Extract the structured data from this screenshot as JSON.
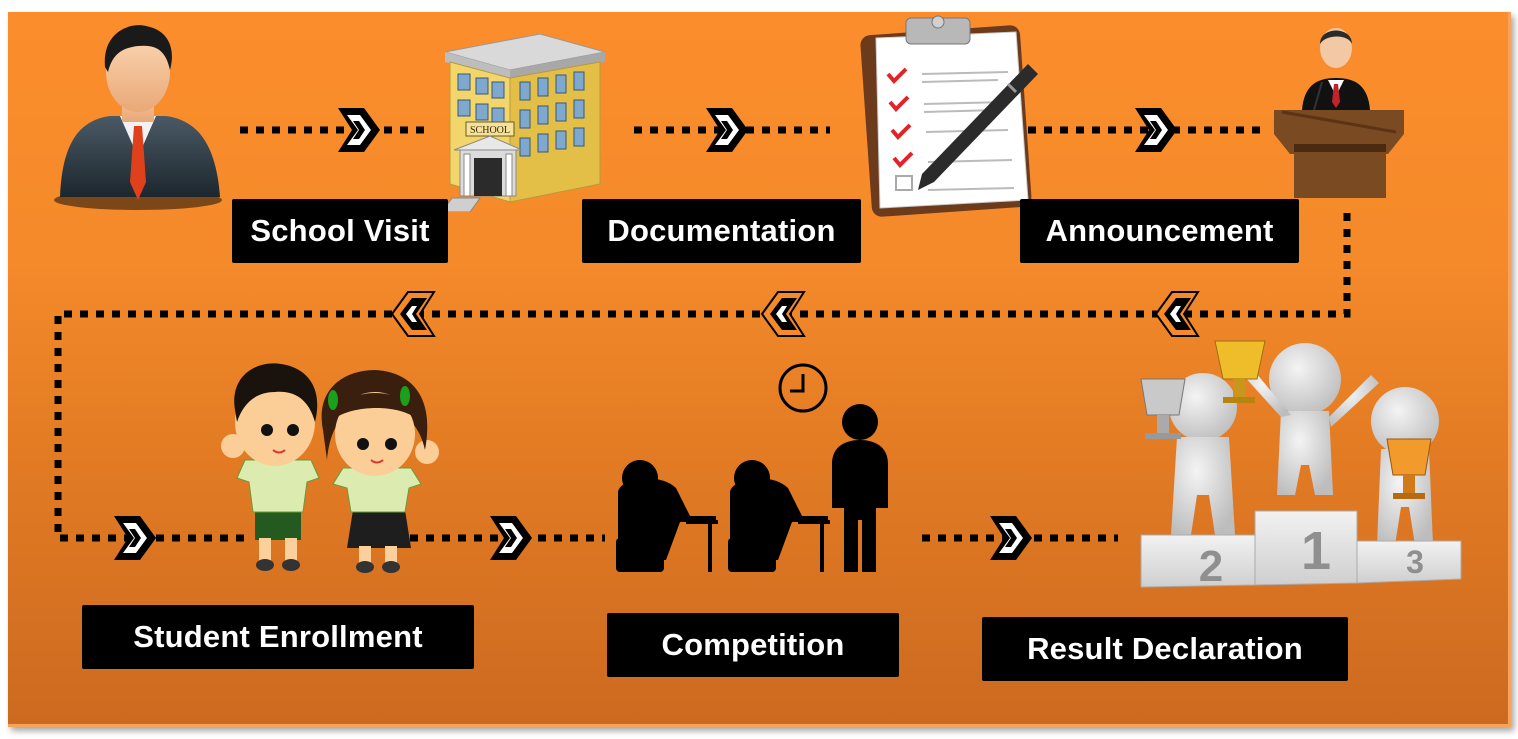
{
  "diagram": {
    "type": "process-flow",
    "colors": {
      "background_top": "#fc8d2c",
      "background_bottom": "#cc6a20",
      "label_bg": "#000000",
      "label_text": "#ffffff",
      "connector": "#000000"
    },
    "steps": [
      {
        "id": "start",
        "icon": "businessman-icon",
        "label": null
      },
      {
        "id": "school-visit",
        "icon": "school-building-icon",
        "label": "School Visit"
      },
      {
        "id": "documentation",
        "icon": "clipboard-checklist-icon",
        "label": "Documentation"
      },
      {
        "id": "announcement",
        "icon": "speaker-podium-icon",
        "label": "Announcement"
      },
      {
        "id": "student-enrollment",
        "icon": "students-icon",
        "label": "Student Enrollment"
      },
      {
        "id": "competition",
        "icon": "exam-hall-icon",
        "label": "Competition"
      },
      {
        "id": "result-declaration",
        "icon": "winners-podium-icon",
        "label": "Result Declaration"
      }
    ],
    "podium_numbers": [
      "2",
      "1",
      "3"
    ],
    "school_sign": "SCHOOL",
    "connectors": [
      {
        "from": "start",
        "to": "school-visit",
        "direction": "right"
      },
      {
        "from": "school-visit",
        "to": "documentation",
        "direction": "right"
      },
      {
        "from": "documentation",
        "to": "announcement",
        "direction": "right"
      },
      {
        "from": "announcement",
        "to": "student-enrollment",
        "direction": "left"
      },
      {
        "from": "student-enrollment",
        "to": "competition",
        "direction": "right"
      },
      {
        "from": "competition",
        "to": "result-declaration",
        "direction": "right"
      }
    ]
  }
}
